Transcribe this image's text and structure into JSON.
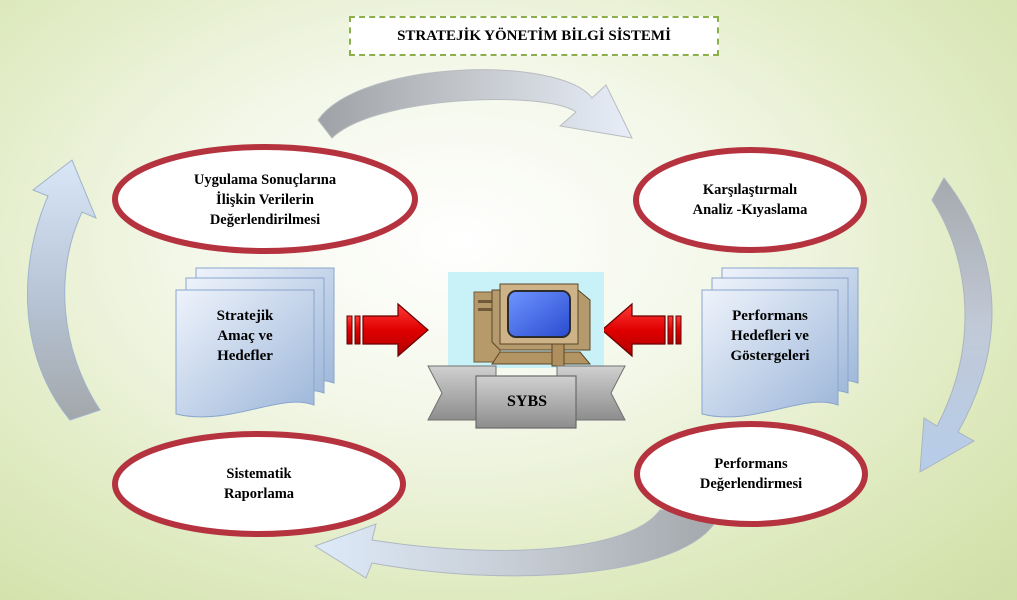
{
  "title": "STRATEJİK YÖNETİM BİLGİ SİSTEMİ",
  "ovals": {
    "top_left": "Uygulama Sonuçlarına\nİlişkin Verilerin\nDeğerlendirilmesi",
    "top_right": "Karşılaştırmalı\nAnaliz -Kıyaslama",
    "bottom_left": "Sistematik\nRaporlama",
    "bottom_right": "Performans\nDeğerlendirmesi"
  },
  "documents": {
    "left": "Stratejik\nAmaç ve\nHedefler",
    "right": "Performans\nHedefleri ve\nGöstergeleri"
  },
  "center": {
    "label": "SYBS",
    "icon": "computer-icon"
  },
  "colors": {
    "oval_border": "#b5333f",
    "title_border": "#8bb04a",
    "arrow_red": "#ee0000",
    "cycle_arrow_gray": "#a9aeb2",
    "cycle_arrow_blue": "#c6d7ee"
  }
}
